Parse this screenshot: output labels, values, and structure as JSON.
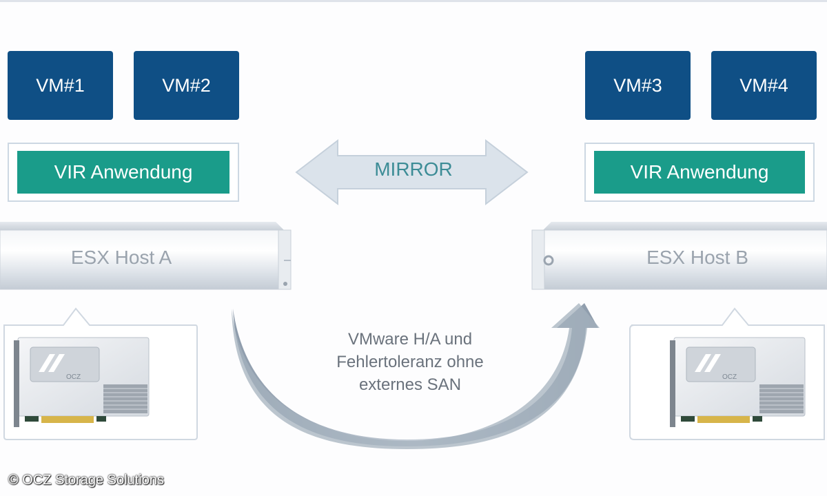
{
  "vms": {
    "vm1": "VM#1",
    "vm2": "VM#2",
    "vm3": "VM#3",
    "vm4": "VM#4"
  },
  "vir": {
    "left": "VIR Anwendung",
    "right": "VIR Anwendung"
  },
  "mirror": "MIRROR",
  "hosts": {
    "a": "ESX Host A",
    "b": "ESX Host B"
  },
  "ha_text": {
    "line1": "VMware H/A und",
    "line2": "Fehlertoleranz ohne",
    "line3": "externes SAN"
  },
  "card_brand": "OCZ",
  "copyright": "© OCZ Storage Solutions",
  "colors": {
    "vm_blue": "#0f4f85",
    "vir_teal": "#1a9c8a",
    "arrow_gray": "#aab7c4",
    "mirror_arrow": "#d9e1e9"
  }
}
